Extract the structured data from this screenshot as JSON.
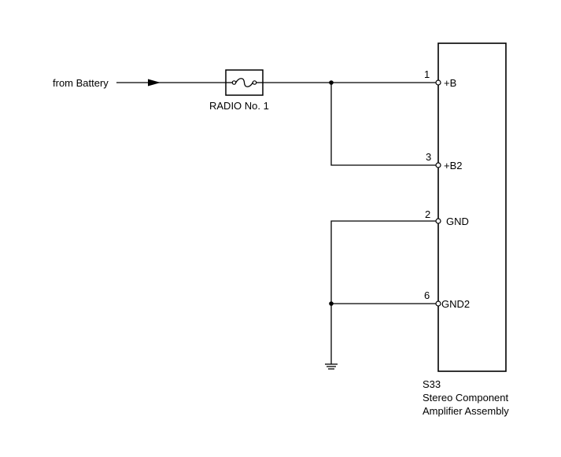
{
  "source": {
    "label": "from Battery"
  },
  "fuse": {
    "label": "RADIO No. 1"
  },
  "component": {
    "id": "S33",
    "name_line1": "Stereo Component",
    "name_line2": "Amplifier Assembly"
  },
  "pins": [
    {
      "number": "1",
      "name": "+B"
    },
    {
      "number": "3",
      "name": "+B2"
    },
    {
      "number": "2",
      "name": "GND"
    },
    {
      "number": "6",
      "name": "GND2"
    }
  ]
}
